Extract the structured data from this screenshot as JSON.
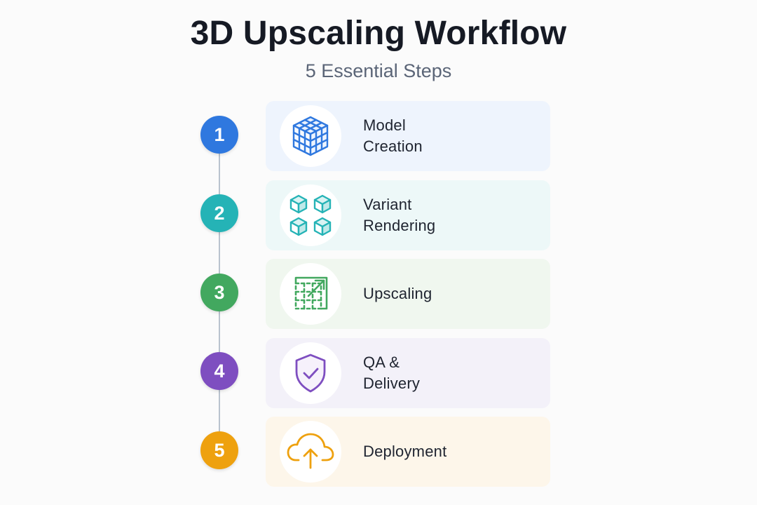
{
  "header": {
    "title": "3D Upscaling Workflow",
    "subtitle": "5 Essential Steps"
  },
  "steps": [
    {
      "number": "1",
      "label": "Model\nCreation",
      "icon": "cube-grid-icon",
      "color": "#2f78df",
      "card_color": "#eef4fd"
    },
    {
      "number": "2",
      "label": "Variant\nRendering",
      "icon": "multi-cube-icon",
      "color": "#25b3b6",
      "card_color": "#edf8f8"
    },
    {
      "number": "3",
      "label": "Upscaling",
      "icon": "upscale-grid-icon",
      "color": "#42a85f",
      "card_color": "#f0f7ef"
    },
    {
      "number": "4",
      "label": "QA &\nDelivery",
      "icon": "shield-check-icon",
      "color": "#7e4ec0",
      "card_color": "#f3f1f9"
    },
    {
      "number": "5",
      "label": "Deployment",
      "icon": "cloud-upload-icon",
      "color": "#eea10f",
      "card_color": "#fdf6ea"
    }
  ]
}
